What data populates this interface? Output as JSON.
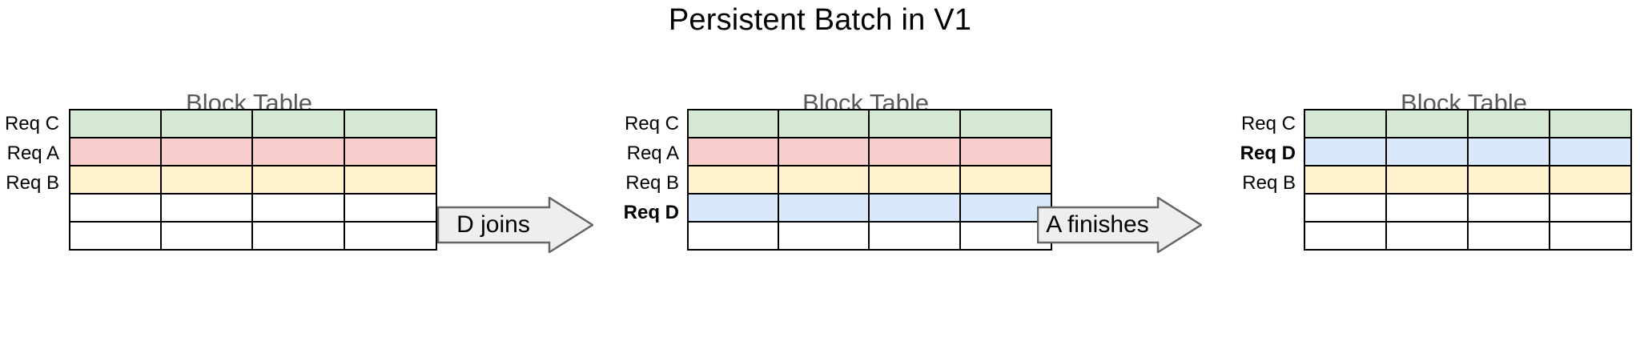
{
  "title": "Persistent Batch in V1",
  "panels": [
    {
      "id": "panel-initial",
      "heading": "Block Table",
      "columns": 4,
      "rows": [
        {
          "label": "Req C",
          "bold": false,
          "color": "green"
        },
        {
          "label": "Req A",
          "bold": false,
          "color": "pink"
        },
        {
          "label": "Req B",
          "bold": false,
          "color": "yellow"
        },
        {
          "label": "",
          "bold": false,
          "color": "empty"
        },
        {
          "label": "",
          "bold": false,
          "color": "empty"
        }
      ]
    },
    {
      "id": "panel-after-d-joins",
      "heading": "Block Table",
      "columns": 4,
      "rows": [
        {
          "label": "Req C",
          "bold": false,
          "color": "green"
        },
        {
          "label": "Req A",
          "bold": false,
          "color": "pink"
        },
        {
          "label": "Req B",
          "bold": false,
          "color": "yellow"
        },
        {
          "label": "Req D",
          "bold": true,
          "color": "blue"
        },
        {
          "label": "",
          "bold": false,
          "color": "empty"
        }
      ]
    },
    {
      "id": "panel-after-a-finishes",
      "heading": "Block Table",
      "columns": 4,
      "rows": [
        {
          "label": "Req C",
          "bold": false,
          "color": "green"
        },
        {
          "label": "Req D",
          "bold": true,
          "color": "blue"
        },
        {
          "label": "Req B",
          "bold": false,
          "color": "yellow"
        },
        {
          "label": "",
          "bold": false,
          "color": "empty"
        },
        {
          "label": "",
          "bold": false,
          "color": "empty"
        }
      ]
    }
  ],
  "arrows": [
    {
      "id": "arrow-d-joins",
      "label": "D joins"
    },
    {
      "id": "arrow-a-finishes",
      "label": "A finishes"
    }
  ],
  "colors": {
    "green": "#d5e8d4",
    "pink": "#f8cecc",
    "yellow": "#fff2cc",
    "blue": "#dae8fc",
    "empty": "#ffffff",
    "border": "#000000",
    "heading": "#595959",
    "arrow_fill": "#eeeeee",
    "arrow_stroke": "#666666"
  }
}
